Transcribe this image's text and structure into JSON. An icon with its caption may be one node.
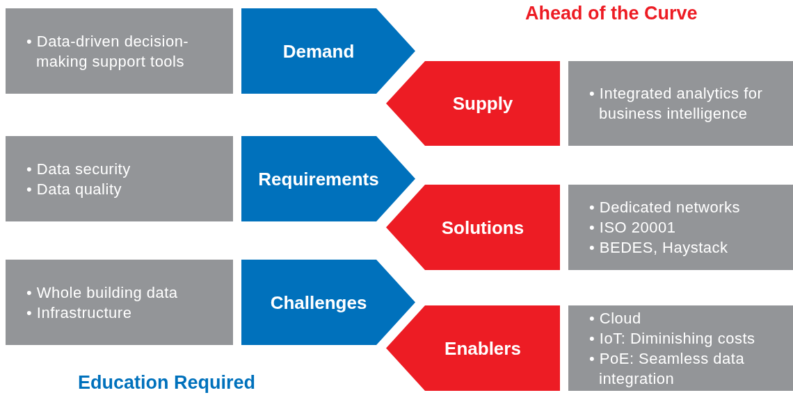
{
  "diagram": {
    "nodes": [
      {
        "text": [
          "• Data-driven decision-making support tools"
        ]
      },
      {
        "text": [
          "Demand"
        ]
      },
      {
        "text": [
          "Supply"
        ]
      },
      {
        "text": [
          "• Integrated analytics for business intelligence"
        ]
      },
      {
        "text": [
          "• Data security",
          "• Data quality"
        ]
      },
      {
        "text": [
          "Requirements"
        ]
      },
      {
        "text": [
          "Solutions"
        ]
      },
      {
        "text": [
          "• Dedicated networks",
          "• ISO 20001",
          "• BEDES, Haystack"
        ]
      },
      {
        "text": [
          "• Whole building data",
          "• Infrastructure"
        ]
      },
      {
        "text": [
          "Challenges"
        ]
      },
      {
        "text": [
          "Enablers"
        ]
      },
      {
        "text": [
          "• Cloud",
          "• IoT: Diminishing costs",
          "• PoE: Seamless data integration"
        ]
      }
    ],
    "edges": [],
    "labels": [
      "Ahead of the Curve",
      "Education Required"
    ]
  }
}
